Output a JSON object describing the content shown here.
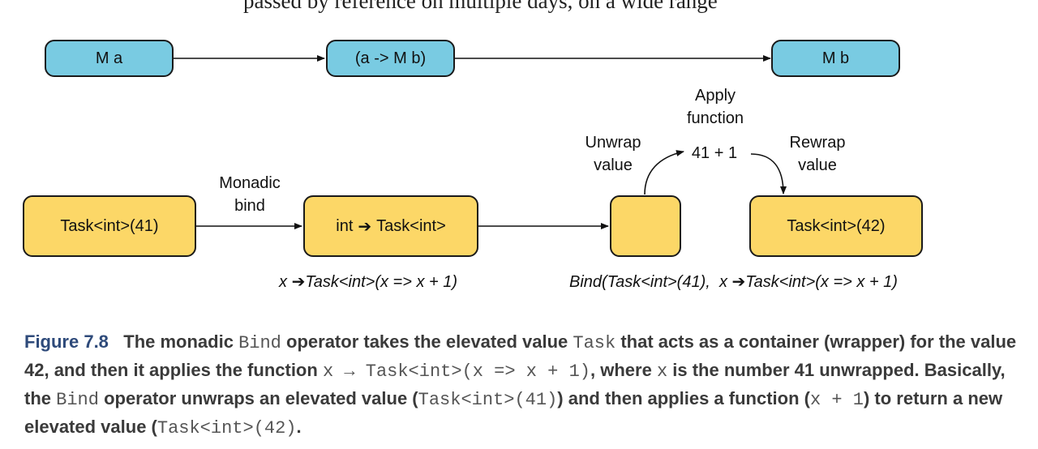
{
  "top_text": "passed by reference on multiple days, on a wide range",
  "row1": {
    "box_ma": "M a",
    "box_fn": "(a -> M b)",
    "box_mb": "M b"
  },
  "row2": {
    "box_task41": "Task<int>(41)",
    "box_fn_left": "int",
    "box_fn_right": "Task<int>",
    "box_task42": "Task<int>(42)",
    "monadic_bind_line1": "Monadic",
    "monadic_bind_line2": "bind",
    "unwrap_line1": "Unwrap",
    "unwrap_line2": "value",
    "apply_line1": "Apply",
    "apply_line2": "function",
    "expr": "41 + 1",
    "rewrap_line1": "Rewrap",
    "rewrap_line2": "value",
    "lambda_x": "x",
    "lambda_rest": "Task<int>(x => x + 1)",
    "bind_expr_a": "Bind(Task<int>(41),",
    "bind_expr_x": "x",
    "bind_expr_rest": "Task<int>(x => x + 1)"
  },
  "caption": {
    "figure_label": "Figure 7.8",
    "p1": "The monadic",
    "code_bind": "Bind",
    "p2": "operator takes the elevated value",
    "code_task": "Task",
    "p3": "that acts as a container (wrapper) for the value 42, and then it applies the function",
    "code_fn": "x → Task<int>(x => x + 1)",
    "p4": ", where",
    "code_x": "x",
    "p5": "is the number 41 unwrapped. Basically, the",
    "code_bind2": "Bind",
    "p6": "operator unwraps an elevated value (",
    "code_task41": "Task<int>(41)",
    "p7": ") and then applies a function (",
    "code_x1": "x + 1",
    "p8": ") to return a new elevated value (",
    "code_task42": "Task<int>(42)",
    "p9": "."
  },
  "colors": {
    "blue_box": "#79cbe2",
    "yellow_box": "#fcd767",
    "figure_label": "#2e4a7a"
  }
}
